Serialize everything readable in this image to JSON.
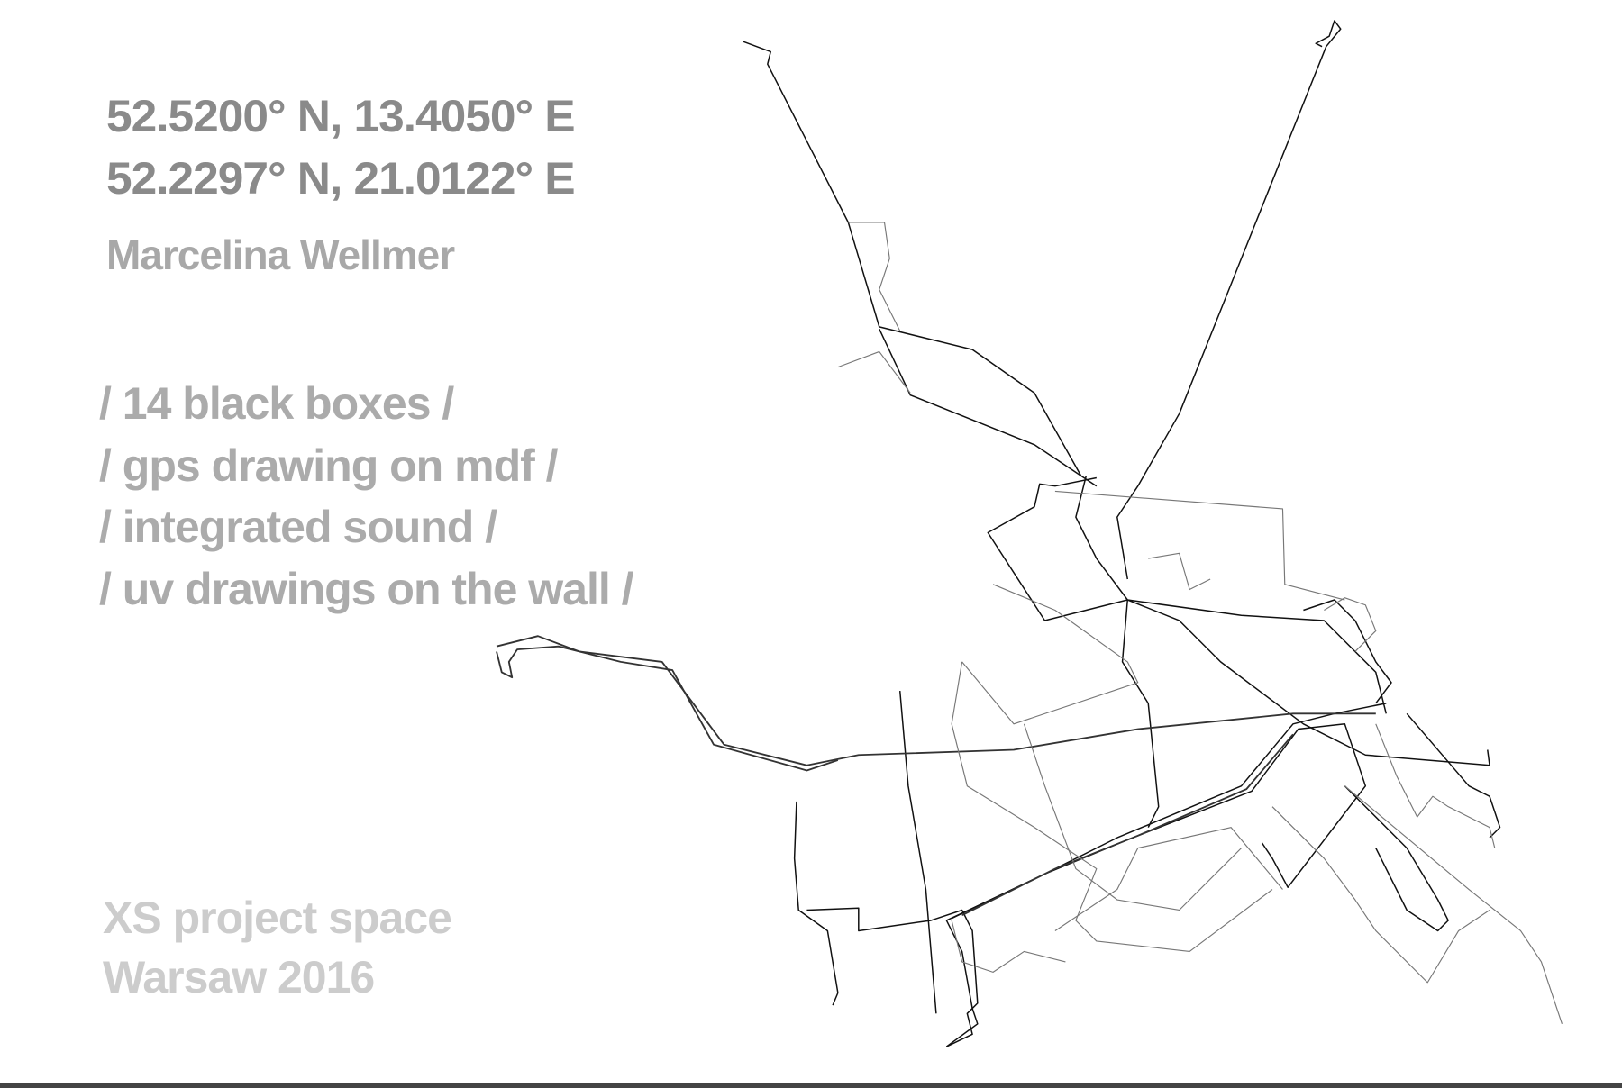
{
  "header": {
    "coordinates": [
      "52.5200° N, 13.4050° E",
      "52.2297° N, 21.0122° E"
    ],
    "artist": "Marcelina Wellmer"
  },
  "works": [
    "/ 14 black boxes /",
    "/ gps drawing on mdf /",
    "/ integrated sound /",
    "/ uv drawings on the wall /"
  ],
  "venue": {
    "name": "XS project space",
    "city_year": "Warsaw 2016"
  },
  "colors": {
    "coordinates": "#8a8a8a",
    "artist": "#a8a8a8",
    "works": "#ababab",
    "venue": "#cccccc",
    "track": "#000000"
  }
}
